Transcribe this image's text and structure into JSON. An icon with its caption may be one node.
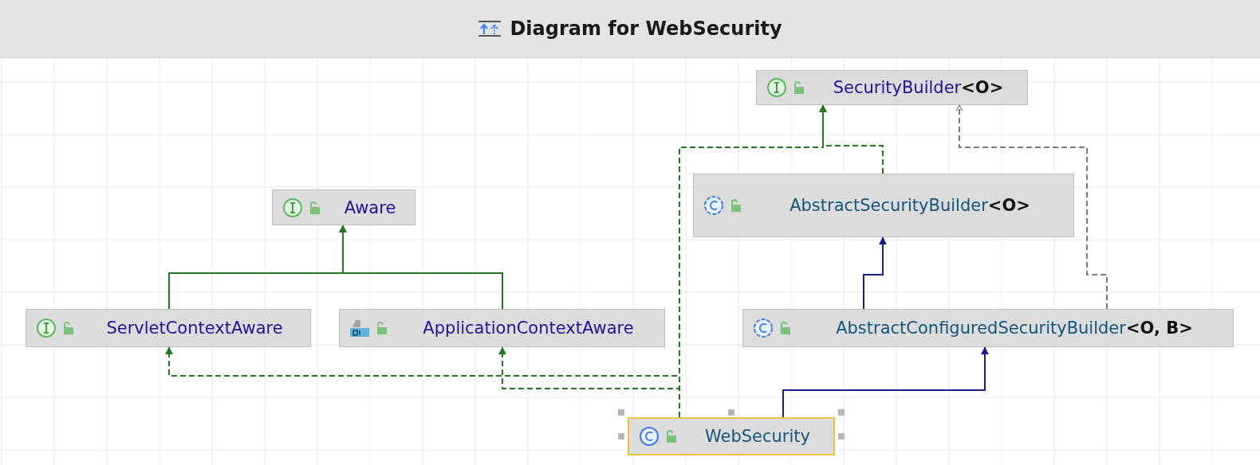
{
  "diagram": {
    "title": "Diagram for WebSecurity",
    "nodes": [
      {
        "text": [
          "SecurityBuilder**<O>**"
        ]
      },
      {
        "text": [
          "Aware"
        ]
      },
      {
        "text": [
          "AbstractSecurityBuilder**<O>**"
        ]
      },
      {
        "text": [
          "ServletContextAware"
        ]
      },
      {
        "text": [
          "ApplicationContextAware"
        ]
      },
      {
        "text": [
          "AbstractConfiguredSecurityBuilder**<O, B>**"
        ]
      },
      {
        "text": [
          "WebSecurity"
        ]
      }
    ],
    "edges": [
      {
        "from": 3,
        "to": 1,
        "arrow": "to"
      },
      {
        "from": 4,
        "to": 1,
        "arrow": "to"
      },
      {
        "from": 2,
        "to": 0,
        "arrow": "to",
        "style": "dashed"
      },
      {
        "from": 5,
        "to": 0,
        "arrow": "to",
        "style": "dashed",
        "color": "#7a7a7a"
      },
      {
        "from": 5,
        "to": 2,
        "arrow": "to",
        "color": "#1c1c8a"
      },
      {
        "from": 6,
        "to": 5,
        "arrow": "to",
        "color": "#1c1c8a"
      },
      {
        "from": 6,
        "to": 3,
        "arrow": "to",
        "style": "dashed"
      },
      {
        "from": 6,
        "to": 4,
        "arrow": "to",
        "style": "dashed"
      },
      {
        "from": 6,
        "to": 0,
        "arrow": "to",
        "style": "dashed"
      }
    ]
  }
}
